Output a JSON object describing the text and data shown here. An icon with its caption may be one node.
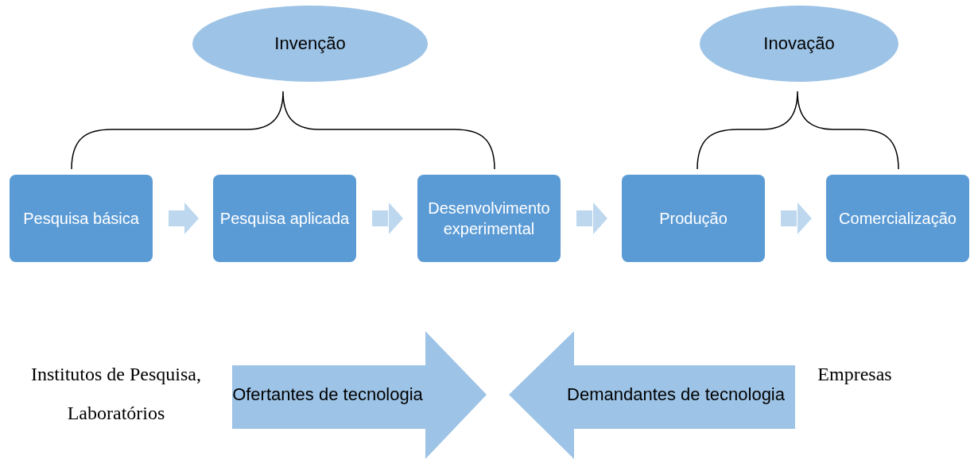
{
  "diagram": {
    "nodes": [
      {
        "text": [
          "Invenção"
        ]
      },
      {
        "text": [
          "Inovação"
        ]
      },
      {
        "text": [
          "Pesquisa básica"
        ]
      },
      {
        "text": [
          "Pesquisa aplicada"
        ]
      },
      {
        "text": [
          "Desenvolvimento experimental"
        ]
      },
      {
        "text": [
          "Produção"
        ]
      },
      {
        "text": [
          "Comercialização"
        ]
      },
      {
        "text": [
          "Ofertantes de tecnologia"
        ],
        "beside": [
          "Institutos de Pesquisa, Laboratórios"
        ]
      },
      {
        "text": [
          "Demandantes de tecnologia"
        ],
        "beside": [
          "Empresas"
        ]
      }
    ],
    "edges": [
      {
        "from": 2,
        "to": 3,
        "arrow": "to",
        "style": "thick"
      },
      {
        "from": 3,
        "to": 4,
        "arrow": "to",
        "style": "thick"
      },
      {
        "from": 4,
        "to": 5,
        "arrow": "to",
        "style": "thick"
      },
      {
        "from": 5,
        "to": 6,
        "arrow": "to",
        "style": "thick"
      }
    ]
  }
}
